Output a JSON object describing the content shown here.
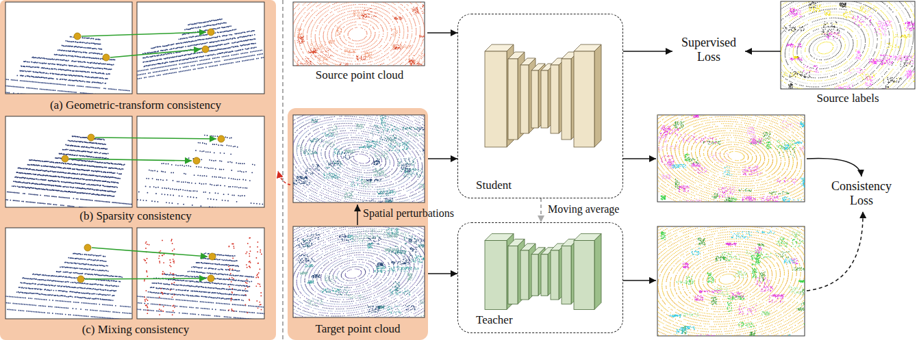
{
  "diagram": {
    "nodes": [
      {
        "text": [
          "(a) Geometric-transform consistency"
        ]
      },
      {
        "text": [
          "(b) Sparsity consistency"
        ]
      },
      {
        "text": [
          "(c) Mixing consistency"
        ]
      },
      {
        "text": [
          "Source point cloud"
        ]
      },
      {
        "text": [
          "Target point cloud"
        ]
      },
      {
        "text": [
          "Student"
        ]
      },
      {
        "text": [
          "Teacher"
        ]
      },
      {
        "text": [
          "Supervised Loss"
        ]
      },
      {
        "text": [
          "Source labels"
        ]
      },
      {
        "text": [
          "Consistency Loss"
        ]
      }
    ],
    "edges": [
      {
        "from": 3,
        "to": 5,
        "arrow": "to"
      },
      {
        "from": 4,
        "to": 5,
        "arrow": "to"
      },
      {
        "from": 4,
        "to": 6,
        "arrow": "to"
      },
      {
        "from": 5,
        "to": 7,
        "arrow": "to"
      },
      {
        "from": 8,
        "to": 7,
        "arrow": "to"
      },
      {
        "from": 5,
        "to": 6,
        "arrow": "to",
        "label": "Moving average"
      }
    ],
    "labels": [
      "Spatial perturbations"
    ]
  }
}
